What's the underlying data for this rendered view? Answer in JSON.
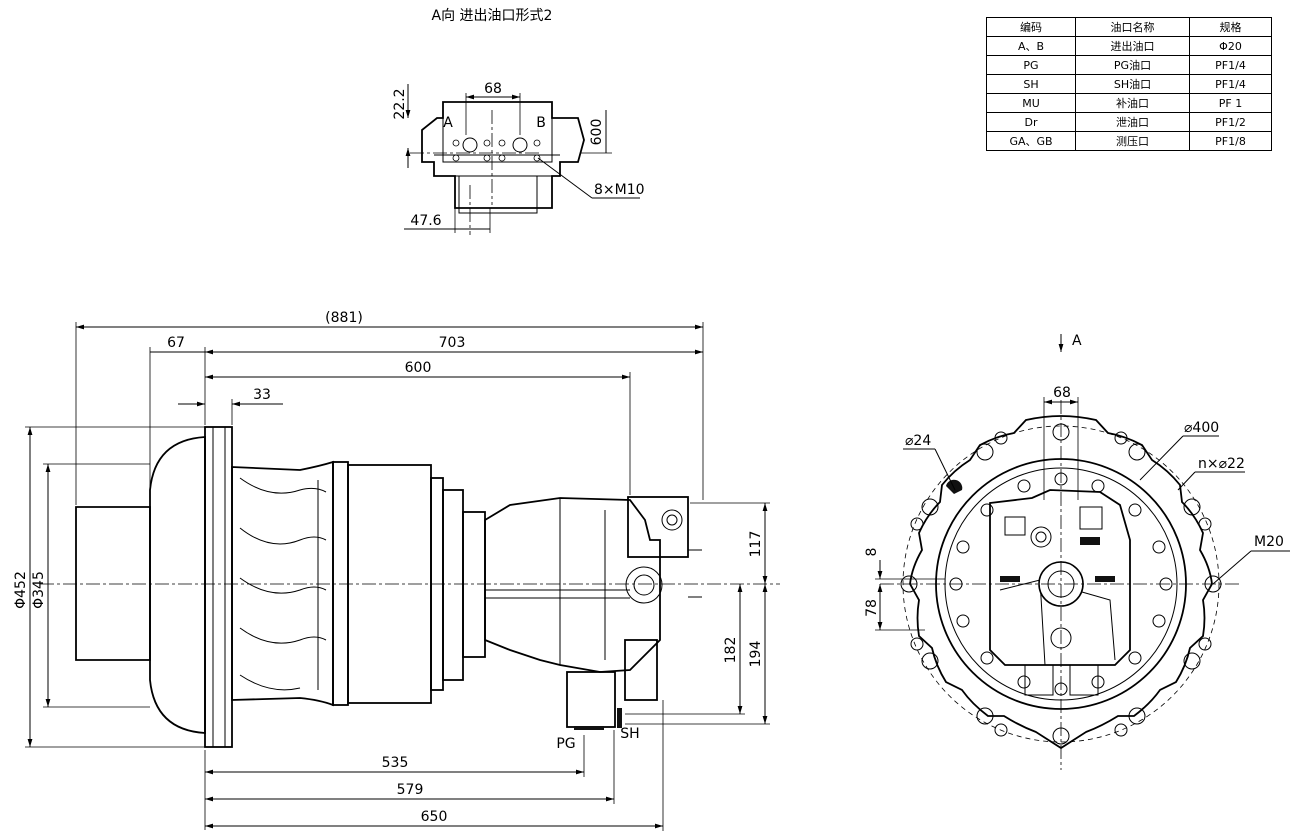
{
  "top_view": {
    "title": "A向 进出油口形式2",
    "dims": {
      "d1": "22.2",
      "d2": "68",
      "d3": "600",
      "d4": "47.6",
      "d5": "8×M10"
    },
    "ports": {
      "a": "A",
      "b": "B"
    }
  },
  "table": {
    "headers": [
      "编码",
      "油口名称",
      "规格"
    ],
    "rows": [
      [
        "A、B",
        "进出油口",
        "Φ20"
      ],
      [
        "PG",
        "PG油口",
        "PF1/4"
      ],
      [
        "SH",
        "SH油口",
        "PF1/4"
      ],
      [
        "MU",
        "补油口",
        "PF 1"
      ],
      [
        "Dr",
        "泄油口",
        "PF1/2"
      ],
      [
        "GA、GB",
        "测压口",
        "PF1/8"
      ]
    ]
  },
  "side_view": {
    "dims": {
      "overall": "(881)",
      "d703": "703",
      "d67": "67",
      "d600": "600",
      "d33": "33",
      "d452": "Φ452",
      "d345": "Φ345",
      "d117": "117",
      "d182": "182",
      "d194": "194",
      "d535": "535",
      "d579": "579",
      "d650": "650"
    },
    "ports": {
      "pg": "PG",
      "sh": "SH"
    }
  },
  "front_view": {
    "view_arrow": "A",
    "dims": {
      "d68": "68",
      "d24": "⌀24",
      "d400": "⌀400",
      "holes": "n×⌀22",
      "m20": "M20",
      "d8": "8",
      "d78": "78"
    }
  }
}
